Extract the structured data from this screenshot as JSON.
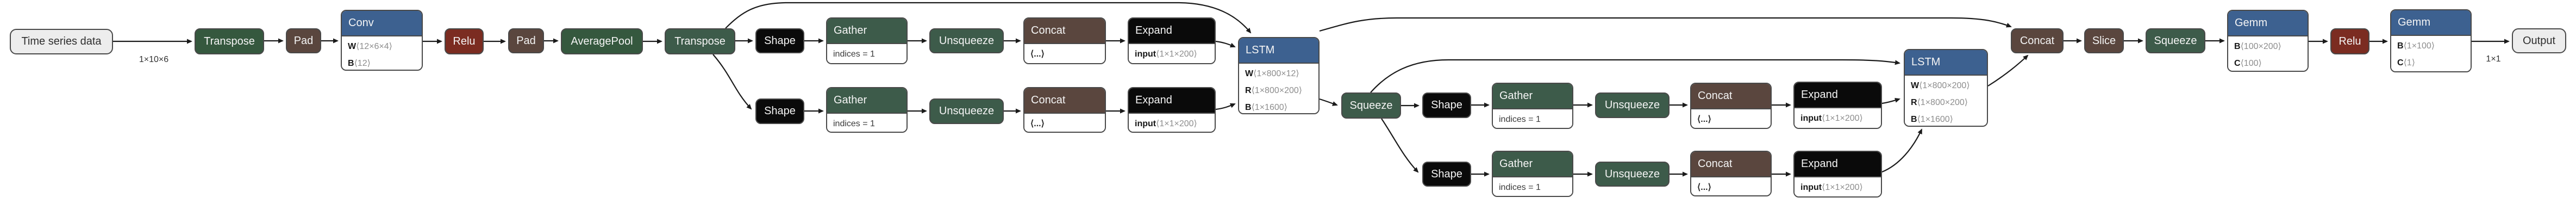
{
  "colors": {
    "g1": "#35583e",
    "g2": "#3d5b4a",
    "brown": "#5a463e",
    "red": "#7b2c21",
    "blue": "#3d6190",
    "black": "#0a0a0a",
    "io": "#ededed",
    "edge": "#1b1b1b",
    "border": "#494949"
  },
  "edge_labels": {
    "input_shape": "1×10×6",
    "output_shape": "1×1"
  },
  "nodes": {
    "input": {
      "label": "Time series data"
    },
    "transpose1": {
      "label": "Transpose"
    },
    "pad1": {
      "label": "Pad"
    },
    "conv": {
      "label": "Conv",
      "params": [
        {
          "k": "W",
          "v": "⟨12×6×4⟩"
        },
        {
          "k": "B",
          "v": "⟨12⟩"
        }
      ]
    },
    "relu1": {
      "label": "Relu"
    },
    "pad2": {
      "label": "Pad"
    },
    "avgpool": {
      "label": "AveragePool"
    },
    "transpose2": {
      "label": "Transpose"
    },
    "shape1a": {
      "label": "Shape"
    },
    "gather1a": {
      "label": "Gather",
      "attr": "indices = 1"
    },
    "unsqueeze1a": {
      "label": "Unsqueeze"
    },
    "concat1a": {
      "label": "Concat",
      "attr": "⟨...⟩"
    },
    "expand1a": {
      "label": "Expand",
      "params": [
        {
          "k": "input",
          "v": "⟨1×1×200⟩"
        }
      ]
    },
    "shape1b": {
      "label": "Shape"
    },
    "gather1b": {
      "label": "Gather",
      "attr": "indices = 1"
    },
    "unsqueeze1b": {
      "label": "Unsqueeze"
    },
    "concat1b": {
      "label": "Concat",
      "attr": "⟨...⟩"
    },
    "expand1b": {
      "label": "Expand",
      "params": [
        {
          "k": "input",
          "v": "⟨1×1×200⟩"
        }
      ]
    },
    "lstm1": {
      "label": "LSTM",
      "params": [
        {
          "k": "W",
          "v": "⟨1×800×12⟩"
        },
        {
          "k": "R",
          "v": "⟨1×800×200⟩"
        },
        {
          "k": "B",
          "v": "⟨1×1600⟩"
        }
      ]
    },
    "squeeze1": {
      "label": "Squeeze"
    },
    "shape2a": {
      "label": "Shape"
    },
    "gather2a": {
      "label": "Gather",
      "attr": "indices = 1"
    },
    "unsqueeze2a": {
      "label": "Unsqueeze"
    },
    "concat2a": {
      "label": "Concat",
      "attr": "⟨...⟩"
    },
    "expand2a": {
      "label": "Expand",
      "params": [
        {
          "k": "input",
          "v": "⟨1×1×200⟩"
        }
      ]
    },
    "shape2b": {
      "label": "Shape"
    },
    "gather2b": {
      "label": "Gather",
      "attr": "indices = 1"
    },
    "unsqueeze2b": {
      "label": "Unsqueeze"
    },
    "concat2b": {
      "label": "Concat",
      "attr": "⟨...⟩"
    },
    "expand2b": {
      "label": "Expand",
      "params": [
        {
          "k": "input",
          "v": "⟨1×1×200⟩"
        }
      ]
    },
    "lstm2": {
      "label": "LSTM",
      "params": [
        {
          "k": "W",
          "v": "⟨1×800×200⟩"
        },
        {
          "k": "R",
          "v": "⟨1×800×200⟩"
        },
        {
          "k": "B",
          "v": "⟨1×1600⟩"
        }
      ]
    },
    "concat5": {
      "label": "Concat"
    },
    "slice": {
      "label": "Slice"
    },
    "squeeze2": {
      "label": "Squeeze"
    },
    "gemm1": {
      "label": "Gemm",
      "params": [
        {
          "k": "B",
          "v": "⟨100×200⟩"
        },
        {
          "k": "C",
          "v": "⟨100⟩"
        }
      ]
    },
    "relu2": {
      "label": "Relu"
    },
    "gemm2": {
      "label": "Gemm",
      "params": [
        {
          "k": "B",
          "v": "⟨1×100⟩"
        },
        {
          "k": "C",
          "v": "⟨1⟩"
        }
      ]
    },
    "output": {
      "label": "Output"
    }
  }
}
